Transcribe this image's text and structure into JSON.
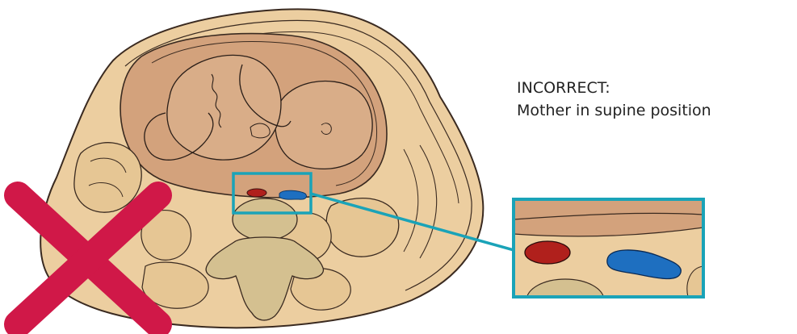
{
  "caption": {
    "line1": "INCORRECT:",
    "line2": "Mother in supine position"
  },
  "indicator": {
    "status": "incorrect",
    "icon": "cross-mark-icon",
    "color": "#d01848"
  },
  "colors": {
    "body_fill": "#eccea0",
    "body_stroke": "#3a2a20",
    "uterus_fill": "#d3a27c",
    "spine_fill": "#d4c090",
    "aorta": "#b0201c",
    "vena_cava": "#1e6fc0",
    "highlight_frame": "#1aa3b8"
  },
  "vessels": [
    {
      "name": "aorta",
      "color": "#b0201c"
    },
    {
      "name": "inferior vena cava",
      "color": "#1e6fc0"
    }
  ]
}
